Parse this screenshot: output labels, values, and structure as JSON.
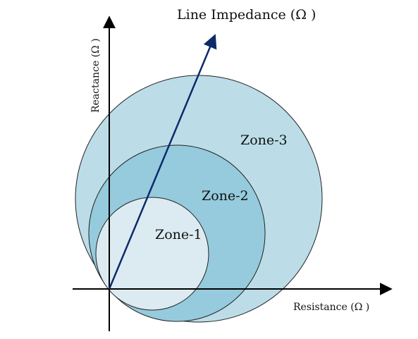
{
  "labels": {
    "line_impedance": "Line Impedance (Ω )",
    "reactance_axis": "Reactance (Ω )",
    "resistance_axis": "Resistance (Ω )",
    "zone_1": "Zone-1",
    "zone_2": "Zone-2",
    "zone_3": "Zone-3"
  },
  "colors": {
    "zone_1_fill": "#dcebf2",
    "zone_2_fill": "#95cbdc",
    "zone_3_fill": "#bcdde8",
    "circle_stroke": "#222222",
    "axis": "#000000",
    "line_impedance": "#0d2a6b"
  }
}
